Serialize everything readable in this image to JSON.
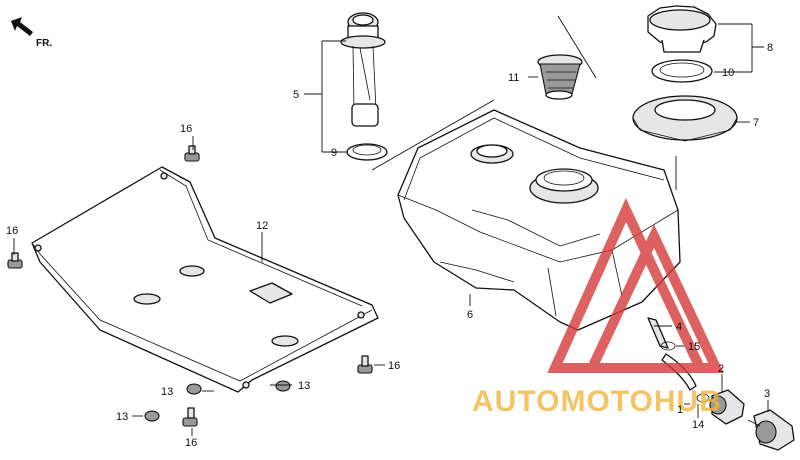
{
  "direction_marker": {
    "label": "FR."
  },
  "callouts": [
    {
      "id": "p1",
      "text": "1"
    },
    {
      "id": "p2",
      "text": "2"
    },
    {
      "id": "p3",
      "text": "3"
    },
    {
      "id": "p4",
      "text": "4"
    },
    {
      "id": "p5",
      "text": "5"
    },
    {
      "id": "p6",
      "text": "6"
    },
    {
      "id": "p7",
      "text": "7"
    },
    {
      "id": "p8",
      "text": "8"
    },
    {
      "id": "p9",
      "text": "9"
    },
    {
      "id": "p10",
      "text": "10"
    },
    {
      "id": "p11",
      "text": "11"
    },
    {
      "id": "p12",
      "text": "12"
    },
    {
      "id": "p13a",
      "text": "13"
    },
    {
      "id": "p13b",
      "text": "13"
    },
    {
      "id": "p13c",
      "text": "13"
    },
    {
      "id": "p14",
      "text": "14"
    },
    {
      "id": "p15",
      "text": "15"
    },
    {
      "id": "p16a",
      "text": "16"
    },
    {
      "id": "p16b",
      "text": "16"
    },
    {
      "id": "p16c",
      "text": "16"
    },
    {
      "id": "p16d",
      "text": "16"
    }
  ],
  "watermark": {
    "text": "AUTOMOTOHUB",
    "colors": {
      "triangle": "#d63a3a",
      "text": "#f1b640"
    }
  }
}
